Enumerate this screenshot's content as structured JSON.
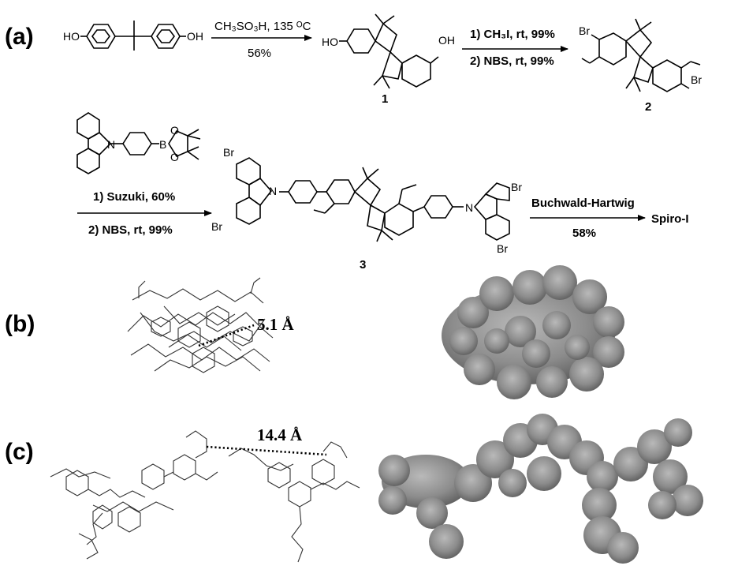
{
  "panels": {
    "a": "(a)",
    "b": "(b)",
    "c": "(c)"
  },
  "scheme": {
    "step1": {
      "line1": "CH₃SO₃H, 135 ᴼC",
      "line2": "56%"
    },
    "step2": {
      "line1": "1) CH₃I, rt, 99%",
      "line2": "2) NBS, rt, 99%"
    },
    "step3": {
      "line1": "1) Suzuki, 60%",
      "line2": "2) NBS, rt, 99%"
    },
    "step4": {
      "line1": "Buchwald-Hartwig",
      "line2": "58%"
    },
    "product": "Spiro-I",
    "compounds": [
      "1",
      "2",
      "3"
    ],
    "atoms": {
      "hydroxy": "HO",
      "hydroxy_r": "OH",
      "bromo": "Br",
      "nitrogen": "N",
      "boron": "B",
      "oxygen": "O"
    }
  },
  "measurements": {
    "b": "5.1 Å",
    "c": "14.4 Å"
  },
  "colors": {
    "surface_fill": "#8a8a8a",
    "surface_shadow": "#5e5e5e",
    "surface_highlight": "#c9c9c9",
    "ink": "#000000"
  }
}
